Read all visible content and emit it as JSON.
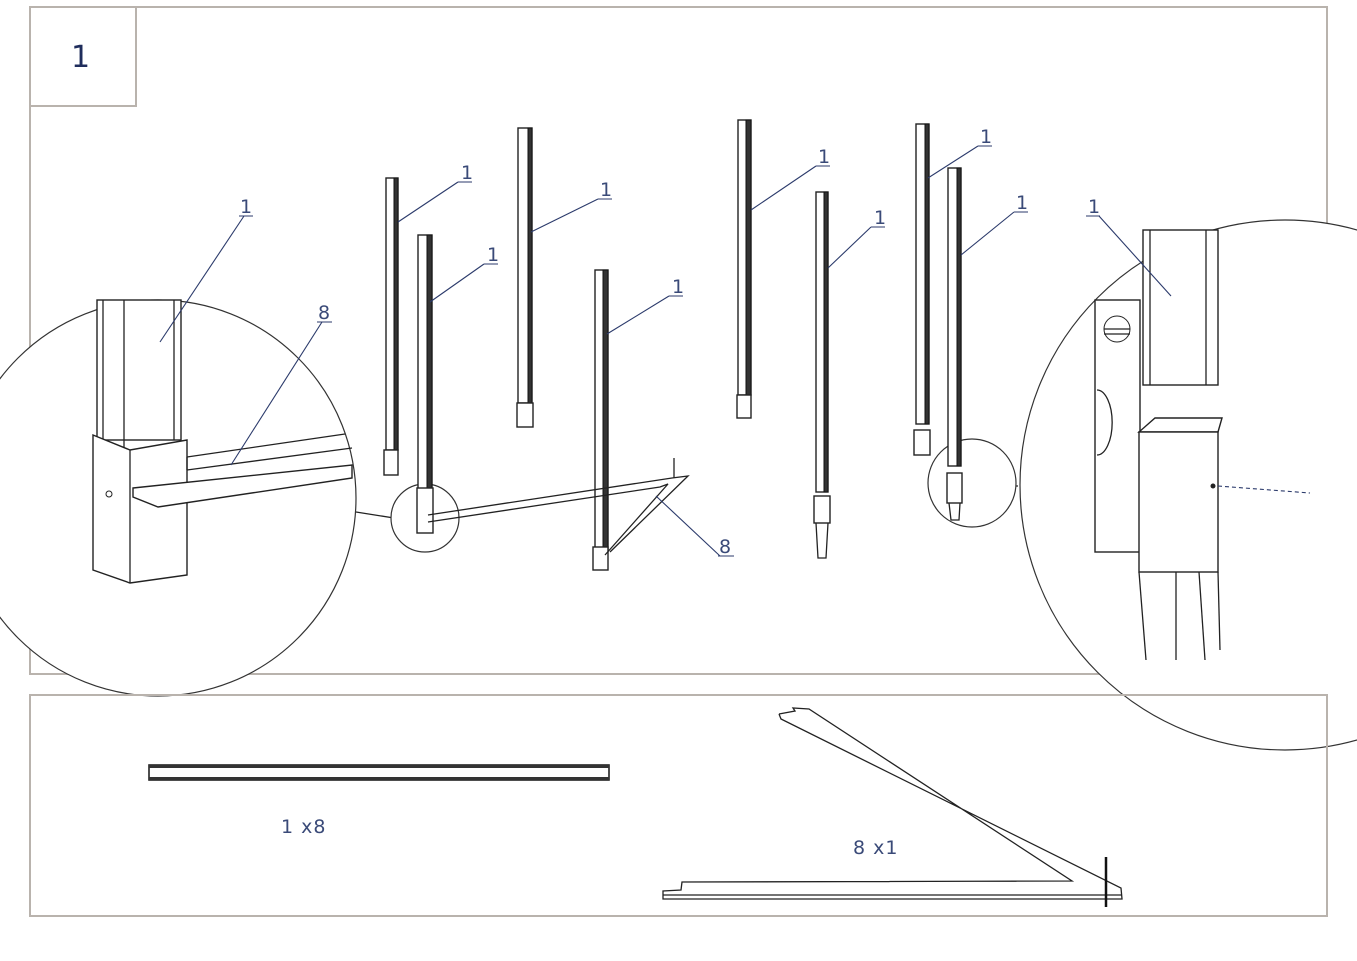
{
  "step": {
    "number": "1"
  },
  "callouts": {
    "post_label": "1",
    "brace_label": "8"
  },
  "parts": {
    "post_quantity": "1  x8",
    "brace_quantity": "8  x1"
  },
  "colors": {
    "frame": "#b9b3ad",
    "line": "#222222",
    "callout": "#3a4a78"
  }
}
